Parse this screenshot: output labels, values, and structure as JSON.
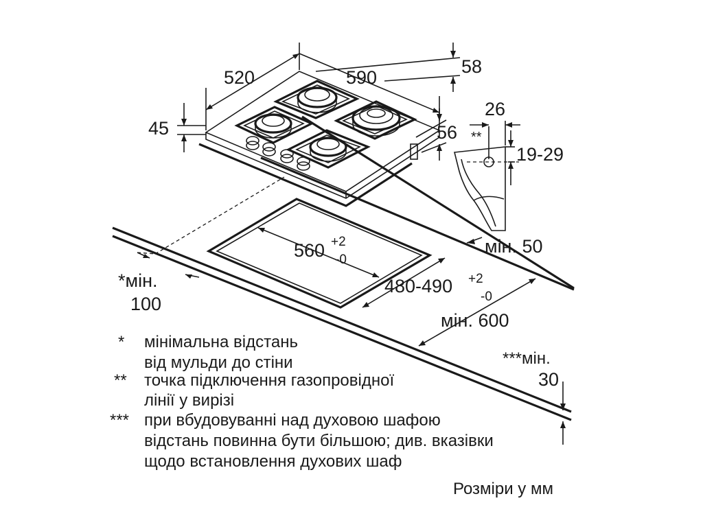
{
  "dimensions": {
    "width_left": "520",
    "width_right": "590",
    "height_top": "58",
    "height_side": "45",
    "depth_56": "56",
    "bracket_26": "26",
    "bracket_marker": "**",
    "bracket_range": "19-29",
    "cutout_width": "560",
    "cutout_width_tol_plus": "+2",
    "cutout_width_tol_minus": "-0",
    "cutout_depth": "480-490",
    "cutout_depth_tol_plus": "+2",
    "cutout_depth_tol_minus": "-0",
    "min_50": "мін. 50",
    "min_100_marker": "*мін.",
    "min_100_value": "100",
    "min_600": "мін. 600",
    "min_30_marker": "***мін.",
    "min_30_value": "30"
  },
  "legend": [
    {
      "marker": "*",
      "lines": [
        "мінімальна відстань",
        "від мульди до стіни"
      ]
    },
    {
      "marker": "**",
      "lines": [
        "точка підключення газопровідної",
        "лінії у вирізі"
      ]
    },
    {
      "marker": "***",
      "lines": [
        "при вбудовуванні над духовою шафою",
        "відстань повинна бути більшою; див. вказівки",
        "щодо встановлення духових шаф"
      ]
    }
  ],
  "units_note": "Розміри у мм"
}
